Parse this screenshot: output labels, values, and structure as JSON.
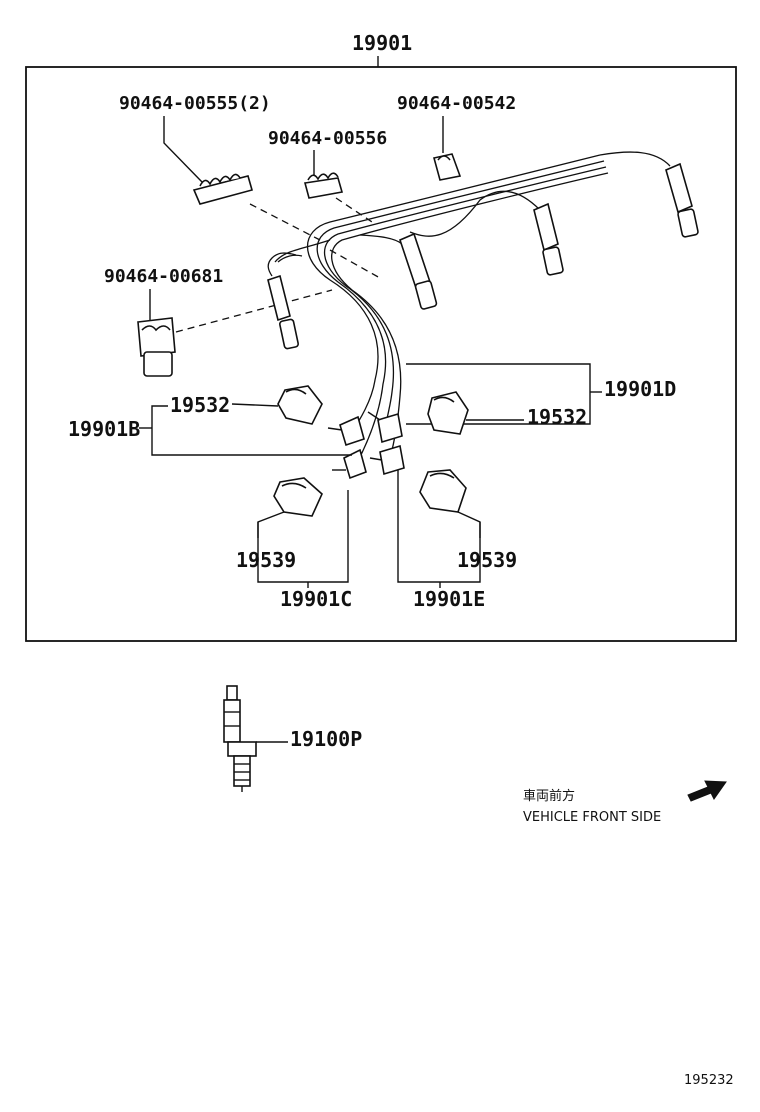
{
  "diagram": {
    "main_assembly": "19901",
    "clamps": {
      "clamp_a": "90464-00555(2)",
      "clamp_b": "90464-00556",
      "clamp_c": "90464-00542",
      "clamp_d": "90464-00681"
    },
    "cords": {
      "cord_b": "19901B",
      "cord_c": "19901C",
      "cord_d": "19901D",
      "cord_e": "19901E"
    },
    "caps": {
      "cap_left_upper": "19532",
      "cap_right_upper": "19532",
      "cap_left_lower": "19539",
      "cap_right_lower": "19539"
    },
    "spark_plug": "19100P",
    "direction": {
      "label_jp": "車両前方",
      "label_en": "VEHICLE FRONT SIDE",
      "icon": "arrow-icon"
    },
    "figure_number": "195232"
  }
}
